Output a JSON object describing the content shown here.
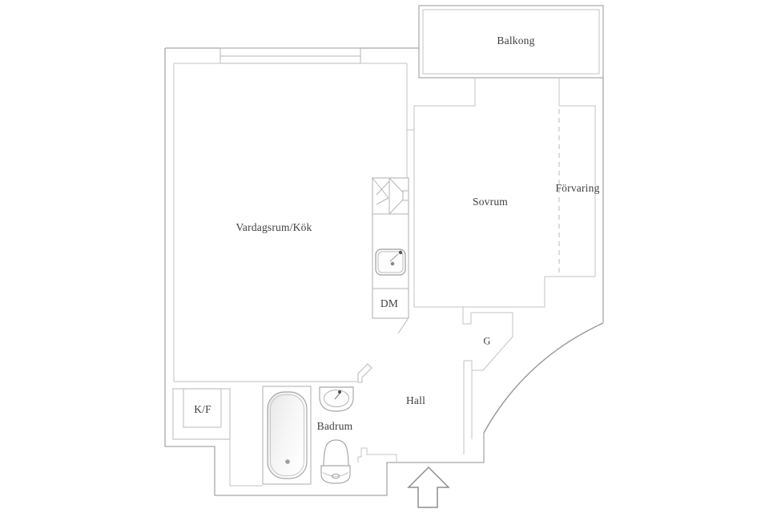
{
  "meta": {
    "title": "Apartment floor plan",
    "type": "floor-plan",
    "language": "Swedish"
  },
  "colors": {
    "background": "#ffffff",
    "wall_outer": "#a8a8a8",
    "wall_inner": "#c3c3c3",
    "curved_wall": "#9a9a9a",
    "fixture_stroke": "#a8a8a8",
    "tub_shading": "#e7e7e7",
    "text": "#3f3f3f",
    "entry_arrow_stroke": "#8e8e8e"
  },
  "rooms": {
    "balkong": {
      "label": "Balkong"
    },
    "vardagsrum_kok": {
      "label": "Vardagsrum/Kök"
    },
    "sovrum": {
      "label": "Sovrum"
    },
    "forvaring": {
      "label": "Förvaring"
    },
    "hall": {
      "label": "Hall"
    },
    "badrum": {
      "label": "Badrum"
    }
  },
  "fixture_labels": {
    "dm": {
      "label": "DM"
    },
    "g": {
      "label": "G"
    },
    "kf": {
      "label": "K/F"
    }
  },
  "icons": {
    "entry_arrow": "entry-direction-arrow",
    "bathtub": "bathtub",
    "toilet": "toilet",
    "washbasin": "washbasin",
    "kitchen_sink": "kitchen-sink",
    "stove_cabinet": "stove-corner-cabinet",
    "fridge_freezer": "fridge-freezer-cabinet",
    "door_leaf": "door-leaf",
    "storage_divider": "dashed-storage-divider",
    "window": "window",
    "curved_wall": "curved-exterior-wall"
  }
}
